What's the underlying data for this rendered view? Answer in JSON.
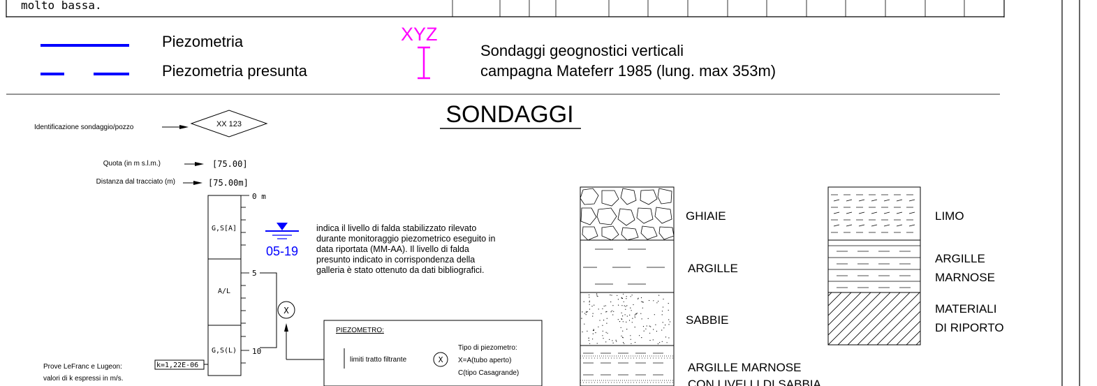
{
  "top_table": {
    "fragment_text": "molto bassa."
  },
  "legend": {
    "piezometria": "Piezometria",
    "piezometria_presunta": "Piezometria presunta",
    "sondaggio_code": "XYZ",
    "sondaggi_line1": "Sondaggi geognostici verticali",
    "sondaggi_line2": "campagna Mateferr 1985 (lung. max 353m)",
    "line_color": "#0000ff",
    "marker_color": "#ff00ff"
  },
  "section_title": "SONDAGGI",
  "example": {
    "id_label": "Identificazione sondaggio/pozzo",
    "id_value": "XX 123",
    "quota_label": "Quota (in m s.l.m.)",
    "quota_value": "[75.00]",
    "distanza_label": "Distanza dal tracciato (m)",
    "distanza_value": "[75.00m]",
    "depth_labels": [
      "0 m",
      "5",
      "10"
    ],
    "layers": [
      "G,S[A]",
      "A/L",
      "G,S(L)"
    ],
    "water_date": "05-19",
    "water_text": [
      "indica il livello di falda stabilizzato rilevato",
      "durante monitoraggio piezometrico eseguito in",
      "data riportata (MM-AA). Il livello di falda",
      "presunto indicato in corrispondenza della",
      "galleria è stato ottenuto da dati bibliografici."
    ],
    "piezo_symbol": "X",
    "piezo_title": "PIEZOMETRO:",
    "piezo_limits": "limiti tratto filtrante",
    "piezo_type": [
      "Tipo di piezometro:",
      "X=A(tubo aperto)",
      "C(tipo Casagrande)"
    ],
    "prove_label": [
      "Prove LeFranc e Lugeon:",
      "valori di k espressi in m/s."
    ],
    "k_value": "k=1,22E-06"
  },
  "lithology": {
    "left": [
      "GHIAIE",
      "ARGILLE",
      "SABBIE"
    ],
    "left_bottom": [
      "ARGILLE MARNOSE",
      "CON LIVELLI DI SABBIA"
    ],
    "right": [
      "LIMO"
    ],
    "argille_marnose": [
      "ARGILLE",
      "MARNOSE"
    ],
    "riporto": [
      "MATERIALI",
      "DI RIPORTO"
    ]
  }
}
